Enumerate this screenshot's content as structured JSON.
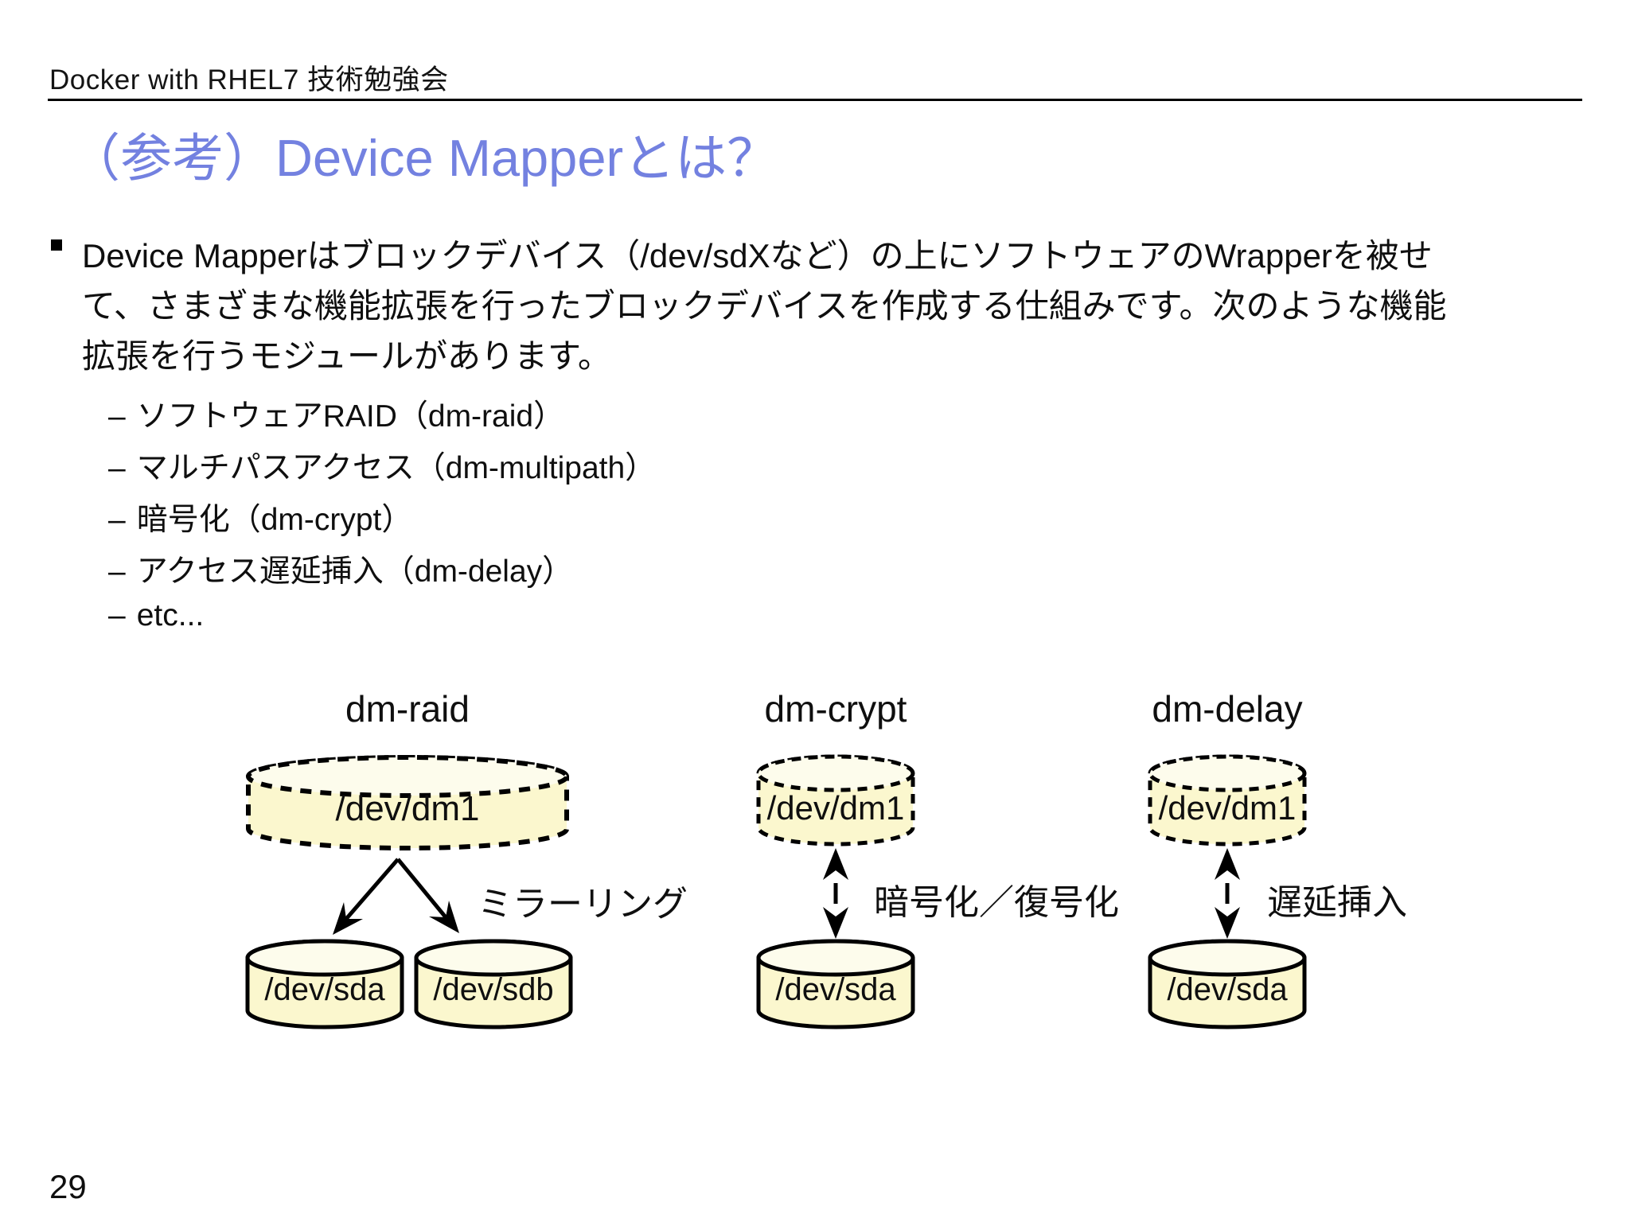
{
  "header": {
    "label": "Docker with RHEL7 技術勉強会"
  },
  "title": "（参考）Device Mapperとは？",
  "body": {
    "bullet_lines": [
      "Device Mapperはブロックデバイス（/dev/sdXなど）の上にソフトウェアのWrapperを被せ",
      "て、さまざまな機能拡張を行ったブロックデバイスを作成する仕組みです。次のような機能",
      "拡張を行うモジュールがあります。"
    ],
    "sub_bullet_dash": "–",
    "sub_bullets": [
      {
        "label": "ソフトウェアRAID（dm-raid）"
      },
      {
        "label": "マルチパスアクセス（dm-multipath）"
      },
      {
        "label": "暗号化（dm-crypt）"
      },
      {
        "label": "アクセス遅延挿入（dm-delay）"
      },
      {
        "label": "etc..."
      }
    ]
  },
  "diagram": {
    "columns": [
      {
        "title": "dm-raid",
        "top_device": "/dev/dm1",
        "arrow_label": "ミラーリング",
        "bottom_devices": [
          "/dev/sda",
          "/dev/sdb"
        ]
      },
      {
        "title": "dm-crypt",
        "top_device": "/dev/dm1",
        "arrow_label": "暗号化／復号化",
        "bottom_devices": [
          "/dev/sda"
        ]
      },
      {
        "title": "dm-delay",
        "top_device": "/dev/dm1",
        "arrow_label": "遅延挿入",
        "bottom_devices": [
          "/dev/sda"
        ]
      }
    ],
    "colors": {
      "cylinder_body_fill": "#FBF7CE",
      "cylinder_top_fill": "#FDFCEC",
      "outline": "#000000"
    }
  },
  "footer": {
    "page_number": "29"
  },
  "colors": {
    "title_accent": "#7381E0",
    "text": "#111111",
    "background": "#FFFFFF"
  }
}
